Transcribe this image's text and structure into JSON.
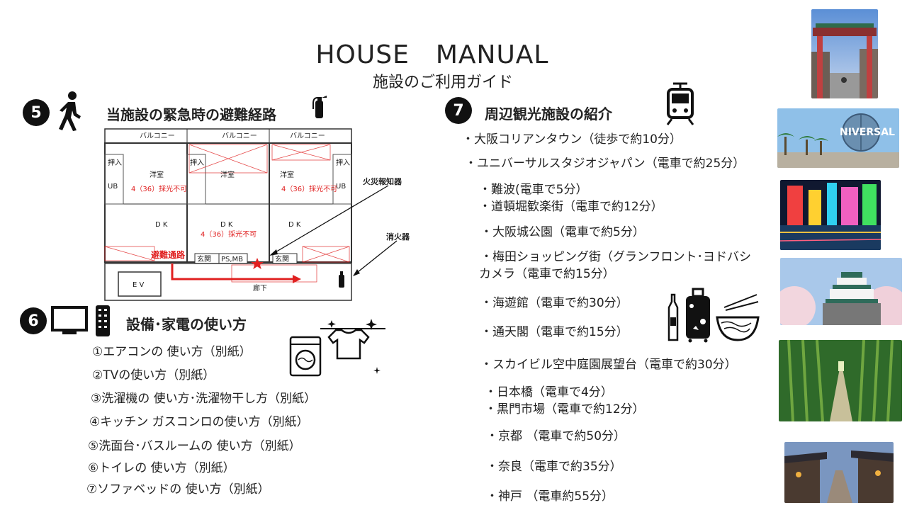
{
  "header": {
    "title": "HOUSE　MANUAL",
    "subtitle": "施設のご利用ガイド"
  },
  "section5": {
    "number": "5",
    "heading": "当施設の緊急時の避難経路",
    "fire_alarm_label": "火災報知器",
    "extinguisher_label": "消火器",
    "route_label": "避難通路",
    "plan": {
      "balcony": "バルコニー",
      "western_room": "洋室",
      "dk": "D K",
      "lighting_note": "4（36）採光不可",
      "closet": "押入",
      "ub": "UB",
      "entrance": "玄関",
      "ps_mb": "PS,MB",
      "ev": "E V",
      "corridor": "廊下"
    }
  },
  "section6": {
    "number": "6",
    "heading": "設備･家電の使い方",
    "items": [
      "①エアコンの 使い方（別紙）",
      "②TVの使い方（別紙）",
      "③洗濯機の 使い方･洗濯物干し方（別紙）",
      "④キッチン ガスコンロの使い方（別紙）",
      "⑤洗面台･バスルームの 使い方（別紙）",
      "⑥トイレの 使い方（別紙）",
      "⑦ソファベッドの 使い方（別紙）"
    ]
  },
  "section7": {
    "number": "7",
    "heading": "周辺観光施設の紹介",
    "items": [
      "・大阪コリアンタウン（徒歩で約10分）",
      "・ユニバーサルスタジオジャパン（電車で約25分）",
      "・難波(電車で5分）",
      "・道頓堀歓楽街（電車で約12分）",
      "・大阪城公園（電車で約5分）",
      "・梅田ショッピング街（グランフロント･ヨドバシ",
      "カメラ（電車で約15分）",
      "・海遊館（電車で約30分）",
      "・通天閣（電車で約15分）",
      "・スカイビル空中庭園展望台（電車で約30分）",
      "・日本橋（電車で4分）",
      "・黒門市場（電車で約12分）",
      "・京都 （電車で約50分）",
      "・奈良（電車で約35分）",
      "・神戸 （電車約55分）"
    ]
  },
  "photos": {
    "usj_sign": "NIVERSAL"
  },
  "colors": {
    "accent_red": "#e02020",
    "badge_bg": "#111111"
  }
}
